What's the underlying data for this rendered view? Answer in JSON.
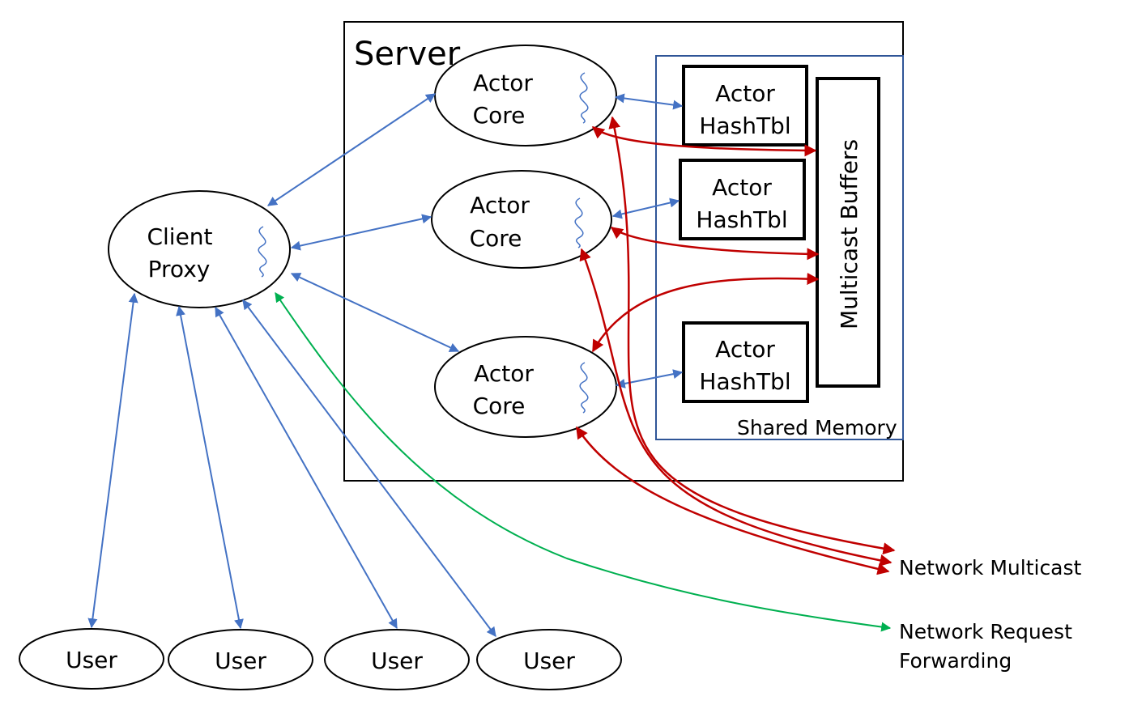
{
  "server": {
    "title": "Server"
  },
  "shared_memory": {
    "label": "Shared Memory"
  },
  "multicast_buffers": {
    "label": "Multicast Buffers"
  },
  "client_proxy": {
    "line1": "Client",
    "line2": "Proxy"
  },
  "actor_cores": [
    {
      "line1": "Actor",
      "line2": "Core"
    },
    {
      "line1": "Actor",
      "line2": "Core"
    },
    {
      "line1": "Actor",
      "line2": "Core"
    }
  ],
  "hashtables": [
    {
      "line1": "Actor",
      "line2": "HashTbl"
    },
    {
      "line1": "Actor",
      "line2": "HashTbl"
    },
    {
      "line1": "Actor",
      "line2": "HashTbl"
    }
  ],
  "users": [
    {
      "label": "User"
    },
    {
      "label": "User"
    },
    {
      "label": "User"
    },
    {
      "label": "User"
    }
  ],
  "outputs": {
    "network_multicast": "Network Multicast",
    "request_forwarding_line1": "Network Request",
    "request_forwarding_line2": "Forwarding"
  },
  "colors": {
    "blue_link": "#4472c4",
    "red_link": "#c00000",
    "green_link": "#00b050",
    "outline": "#000000",
    "shared_memory_border": "#2f5597"
  }
}
